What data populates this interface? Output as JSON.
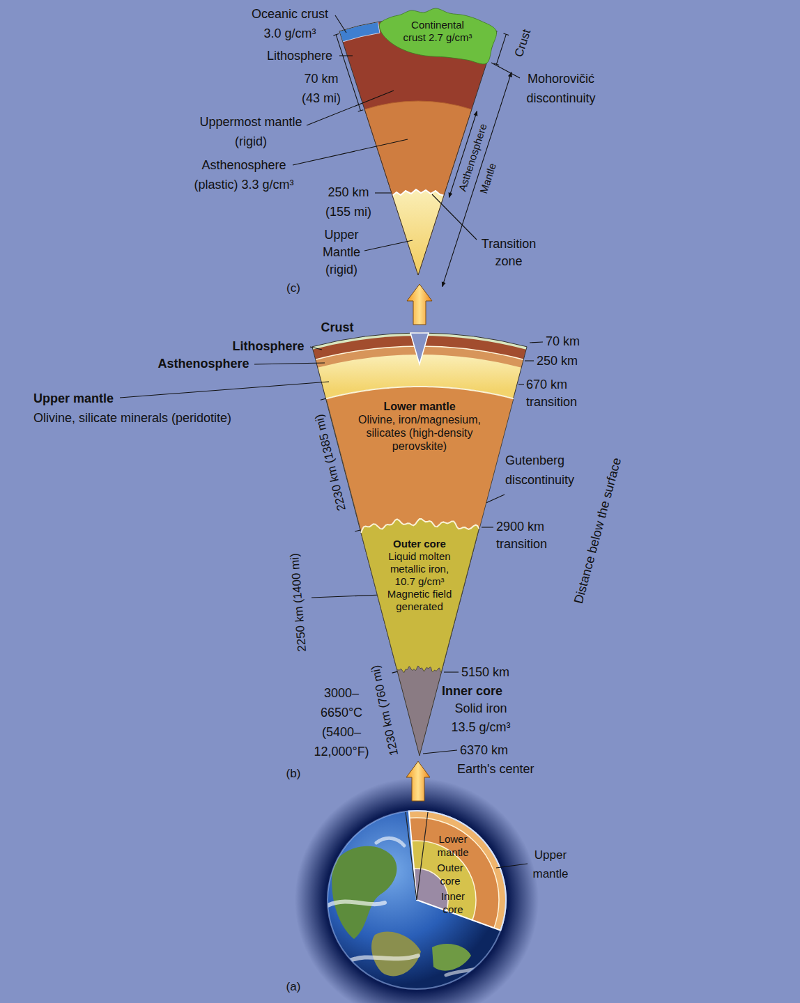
{
  "diagram": {
    "nodes": [
      {
        "text": [
          "Continental crust 2.7 g/cm³"
        ]
      },
      {
        "text": [
          "Lower mantle",
          "Olivine, iron/magnesium, silicates (high-density perovskite)"
        ]
      },
      {
        "text": [
          "Outer core",
          "Liquid molten metallic iron, 10.7 g/cm³ Magnetic field generated"
        ]
      }
    ],
    "labels": [
      "Oceanic crust 3.0 g/cm³",
      "Lithosphere",
      "70 km (43 mi)",
      "Uppermost mantle (rigid)",
      "Asthenosphere (plastic) 3.3 g/cm³",
      "250 km (155 mi)",
      "Upper Mantle (rigid)",
      "(c)",
      "Crust",
      "Mohorovičić discontinuity",
      "Asthenosphere",
      "Mantle",
      "Transition zone",
      "Crust",
      "Lithosphere",
      "Asthenosphere",
      "Upper mantle",
      "Olivine, silicate minerals (peridotite)",
      "70 km",
      "250 km",
      "670 km transition",
      "Gutenberg discontinuity",
      "2900 km transition",
      "Distance below the surface",
      "2230 km (1385 mi)",
      "2250 km (1400 mi)",
      "3000–6650°C (5400–12,000°F)",
      "1230 km (760 mi)",
      "5150 km",
      "Inner core",
      "Solid iron 13.5 g/cm³",
      "6370 km",
      "Earth's center",
      "(b)",
      "Lower mantle",
      "Outer core",
      "Inner core",
      "Upper mantle",
      "(a)"
    ]
  }
}
